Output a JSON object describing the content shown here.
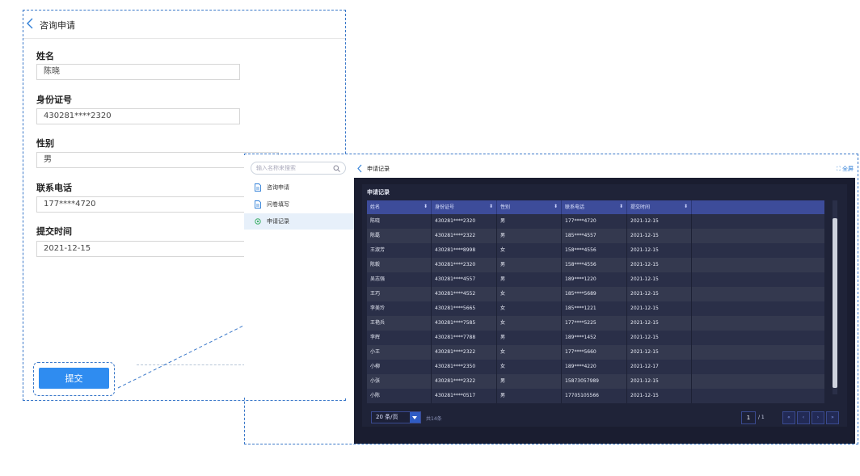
{
  "form": {
    "title": "咨询申请",
    "fields": [
      {
        "label": "姓名",
        "value": "陈晓"
      },
      {
        "label": "身份证号",
        "value": "430281****2320"
      },
      {
        "label": "性别",
        "value": "男"
      },
      {
        "label": "联系电话",
        "value": "177****4720"
      },
      {
        "label": "提交时间",
        "value": "2021-12-15"
      }
    ],
    "submit_label": "提交"
  },
  "nav": {
    "search_placeholder": "输入名称来搜索",
    "items": [
      {
        "label": "咨询申请",
        "active": false
      },
      {
        "label": "问卷填写",
        "active": false
      },
      {
        "label": "申请记录",
        "active": true
      }
    ]
  },
  "records": {
    "title": "申请记录",
    "fullscreen_label": "全屏",
    "table_caption": "申请记录",
    "columns": [
      "姓名",
      "身份证号",
      "性别",
      "联系电话",
      "提交时间"
    ],
    "rows": [
      [
        "陈晓",
        "430281****2320",
        "男",
        "177****4720",
        "2021-12-15"
      ],
      [
        "陈磊",
        "430281****2322",
        "男",
        "185****4557",
        "2021-12-15"
      ],
      [
        "王淑芳",
        "430281****8998",
        "女",
        "158****4556",
        "2021-12-15"
      ],
      [
        "陈毅",
        "430281****2320",
        "男",
        "158****4556",
        "2021-12-15"
      ],
      [
        "吴志强",
        "430281****4557",
        "男",
        "189****1220",
        "2021-12-15"
      ],
      [
        "王巧",
        "430281****4552",
        "女",
        "185****5689",
        "2021-12-15"
      ],
      [
        "李美玲",
        "430281****5665",
        "女",
        "185****1221",
        "2021-12-15"
      ],
      [
        "王艳兵",
        "430281****7585",
        "女",
        "177****5225",
        "2021-12-15"
      ],
      [
        "李辉",
        "430281****7788",
        "男",
        "189****1452",
        "2021-12-15"
      ],
      [
        "小王",
        "430281****2322",
        "女",
        "177****5660",
        "2021-12-15"
      ],
      [
        "小柳",
        "430281****2350",
        "女",
        "189****4220",
        "2021-12-17"
      ],
      [
        "小张",
        "430281****2322",
        "男",
        "15873057989",
        "2021-12-15"
      ],
      [
        "小陈",
        "430281****0517",
        "男",
        "17705105566",
        "2021-12-15"
      ]
    ],
    "page_size": "20 条/页",
    "total": "共14条",
    "current_page": "1",
    "page_total": "/ 1"
  },
  "colors": {
    "accent": "#2f8cf0",
    "dashed": "#3a78c9",
    "dark_bg": "#1a1d30",
    "header": "#3d4c9a"
  }
}
